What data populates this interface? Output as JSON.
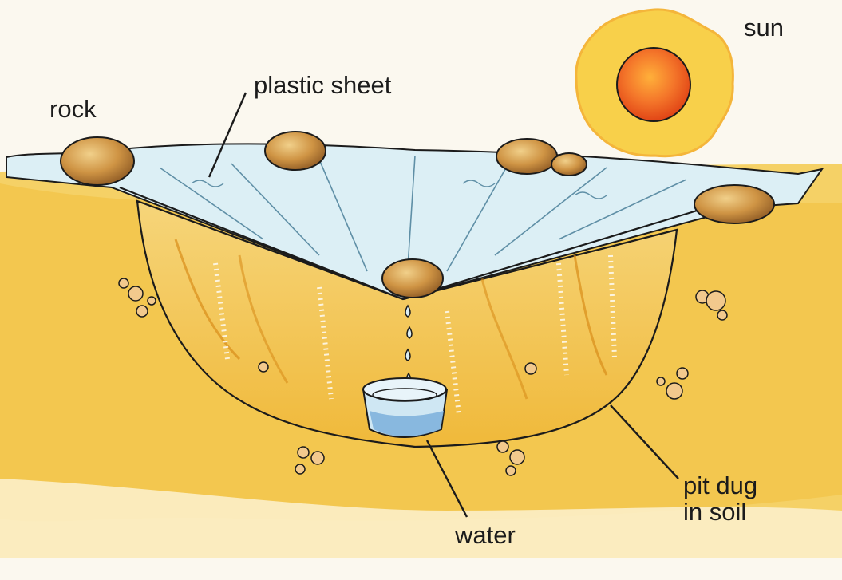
{
  "labels": {
    "rock": "rock",
    "plastic_sheet": "plastic sheet",
    "sun": "sun",
    "water": "water",
    "pit_line1": "pit dug",
    "pit_line2": "in soil"
  },
  "colors": {
    "soil": "#f2c94c",
    "soil_dark": "#e4a21e",
    "sheet": "#dceff5",
    "water": "#7fb2dd",
    "rock": "#c98a3a",
    "sun_core": "#ef5a1c",
    "sun_rays": "#f8c52a",
    "ink": "#1b1b1b"
  },
  "icons": [
    "sun-icon",
    "rock-icon",
    "water-container-icon",
    "water-drop-icon"
  ]
}
